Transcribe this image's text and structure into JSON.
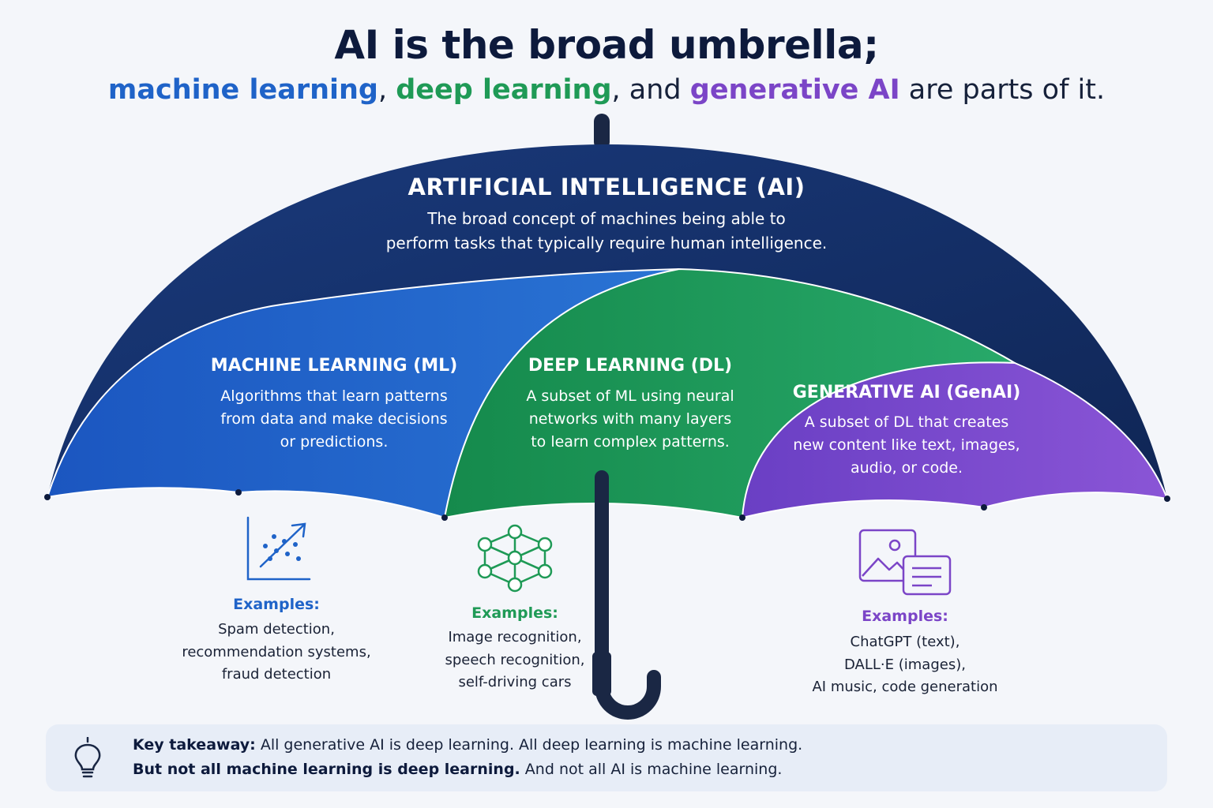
{
  "title": "AI is the broad umbrella;",
  "subtitle": {
    "ml": "machine learning",
    "sep1": ", ",
    "dl": "deep learning",
    "sep2": ", and ",
    "genai": "generative AI",
    "rest": " are parts of it."
  },
  "ai": {
    "title": "ARTIFICIAL INTELLIGENCE (AI)",
    "desc_line1": "The broad concept of machines being able to",
    "desc_line2": "perform tasks that typically require human intelligence."
  },
  "ml": {
    "title": "MACHINE LEARNING (ML)",
    "desc_line1": "Algorithms that learn patterns",
    "desc_line2": "from data and make decisions",
    "desc_line3": "or predictions.",
    "examples_label": "Examples:",
    "examples": [
      "Spam detection,",
      "recommendation systems,",
      "fraud detection"
    ],
    "icon": "scatter-trend-chart-icon"
  },
  "dl": {
    "title": "DEEP LEARNING (DL)",
    "desc_line1": "A subset of ML using neural",
    "desc_line2": "networks with many layers",
    "desc_line3": "to learn complex patterns.",
    "examples_label": "Examples:",
    "examples": [
      "Image recognition,",
      "speech recognition,",
      "self-driving cars"
    ],
    "icon": "neural-network-icon"
  },
  "genai": {
    "title": "GENERATIVE AI (GenAI)",
    "desc_line1": "A subset of DL that creates",
    "desc_line2": "new content like text, images,",
    "desc_line3": "audio, or code.",
    "examples_label": "Examples:",
    "examples": [
      "ChatGPT (text),",
      "DALL·E (images),",
      "AI music, code generation"
    ],
    "icon": "image-and-document-icon"
  },
  "takeaway": {
    "icon": "lightbulb-icon",
    "label": "Key takeaway:",
    "line1_rest": " All generative AI is deep learning. All deep learning is machine learning.",
    "line2_bold": "But not all machine learning is deep learning.",
    "line2_rest": " And not all AI is machine learning."
  },
  "colors": {
    "ai_dark": "#17306a",
    "ml_blue": "#1f63c8",
    "dl_green": "#1f9a56",
    "genai_purple": "#7b45c7",
    "handle": "#1a2744"
  }
}
